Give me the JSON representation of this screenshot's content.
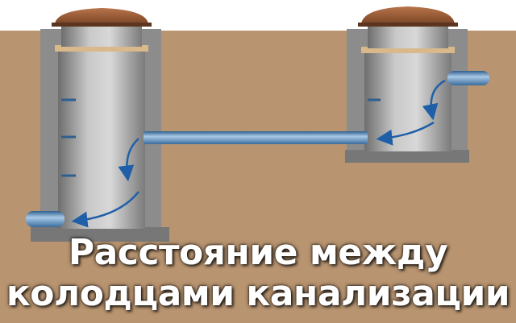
{
  "caption": {
    "line1": "Расстояние между",
    "line2": "колодцами канализации"
  },
  "colors": {
    "sky": "#ffffff",
    "soil": "#b89470",
    "shaft_wall": "#8a8a8a",
    "ring_concrete": "#9a9a9a",
    "lid": "#9a5a36",
    "pipe": "#4f86b8",
    "flow_arrow": "#1f5fa8"
  },
  "icons": {
    "flow": "flow-arrow"
  }
}
